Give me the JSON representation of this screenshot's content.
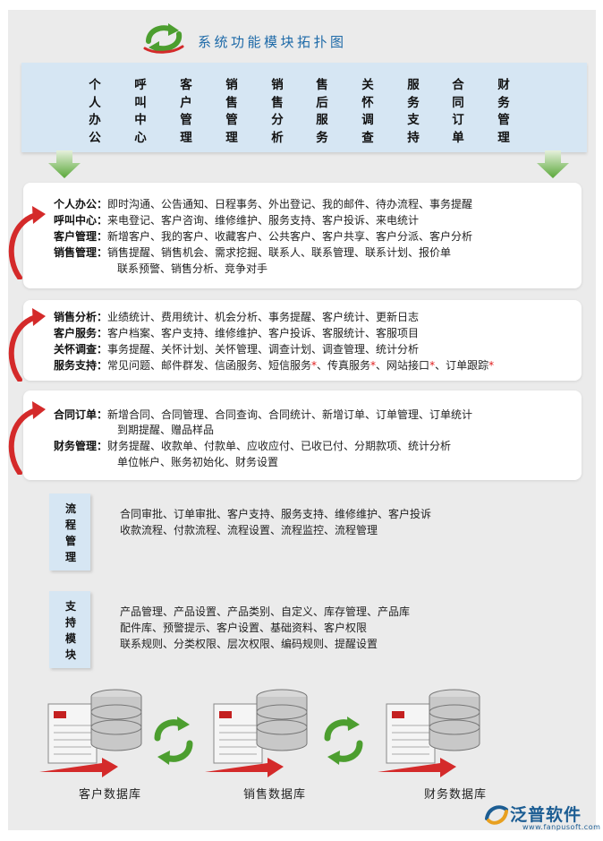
{
  "title": "系统功能模块拓扑图",
  "modules": [
    [
      "个",
      "人",
      "办",
      "公"
    ],
    [
      "呼",
      "叫",
      "中",
      "心"
    ],
    [
      "客",
      "户",
      "管",
      "理"
    ],
    [
      "销",
      "售",
      "管",
      "理"
    ],
    [
      "销",
      "售",
      "分",
      "析"
    ],
    [
      "售",
      "后",
      "服",
      "务"
    ],
    [
      "关",
      "怀",
      "调",
      "查"
    ],
    [
      "服",
      "务",
      "支",
      "持"
    ],
    [
      "合",
      "同",
      "订",
      "单"
    ],
    [
      "财",
      "务",
      "管",
      "理"
    ]
  ],
  "card1": {
    "rows": [
      {
        "label": "个人办公：",
        "text": "即时沟通、公告通知、日程事务、外出登记、我的邮件、待办流程、事务提醒"
      },
      {
        "label": "呼叫中心：",
        "text": "来电登记、客户咨询、维修维护、服务支持、客户投诉、来电统计"
      },
      {
        "label": "客户管理：",
        "text": "新增客户、我的客户、收藏客户、公共客户、客户共享、客户分派、客户分析"
      },
      {
        "label": "销售管理：",
        "text": "销售提醒、销售机会、需求挖掘、联系人、联系管理、联系计划、报价单"
      }
    ],
    "cont": "联系预警、销售分析、竞争对手"
  },
  "card2": {
    "rows": [
      {
        "label": "销售分析：",
        "text": "业绩统计、费用统计、机会分析、事务提醒、客户统计、更新日志"
      },
      {
        "label": "客户服务：",
        "text": "客户档案、客户支持、维修维护、客户投诉、客服统计、客服项目"
      },
      {
        "label": "关怀调查：",
        "text": "事务提醒、关怀计划、关怀管理、调查计划、调查管理、统计分析"
      },
      {
        "label": "服务支持：",
        "text": "常见问题、邮件群发、信函服务、短信服务"
      }
    ],
    "support_rest": [
      "、传真服务",
      "、网站接口",
      "、订单跟踪"
    ],
    "star": "*"
  },
  "card3": {
    "row1": {
      "label": "合同订单：",
      "text": "新增合同、合同管理、合同查询、合同统计、新增订单、订单管理、订单统计"
    },
    "cont1": "到期提醒、赠品样品",
    "row2": {
      "label": "财务管理：",
      "text": "财务提醒、收款单、付款单、应收应付、已收已付、分期款项、统计分析"
    },
    "cont2": "单位帐户、账务初始化、财务设置"
  },
  "flow": {
    "title": [
      "流",
      "程",
      "管",
      "理"
    ],
    "lines": [
      "合同审批、订单审批、客户支持、服务支持、维修维护、客户投诉",
      "收款流程、付款流程、流程设置、流程监控、流程管理"
    ]
  },
  "support": {
    "title": [
      "支",
      "持",
      "模",
      "块"
    ],
    "lines": [
      "产品管理、产品设置、产品类别、自定义、库存管理、产品库",
      "配件库、预警提示、客户设置、基础资料、客户权限",
      "联系规则、分类权限、层次权限、编码规则、提醒设置"
    ]
  },
  "databases": [
    "客户数据库",
    "销售数据库",
    "财务数据库"
  ],
  "brand": {
    "name": "泛普软件",
    "url": "www.fanpusoft.com"
  },
  "colors": {
    "accent_blue": "#1e6aa8",
    "panel_blue": "#d6e6f3",
    "arrow_red": "#d42a2a",
    "arrow_green": "#5aa83a"
  }
}
